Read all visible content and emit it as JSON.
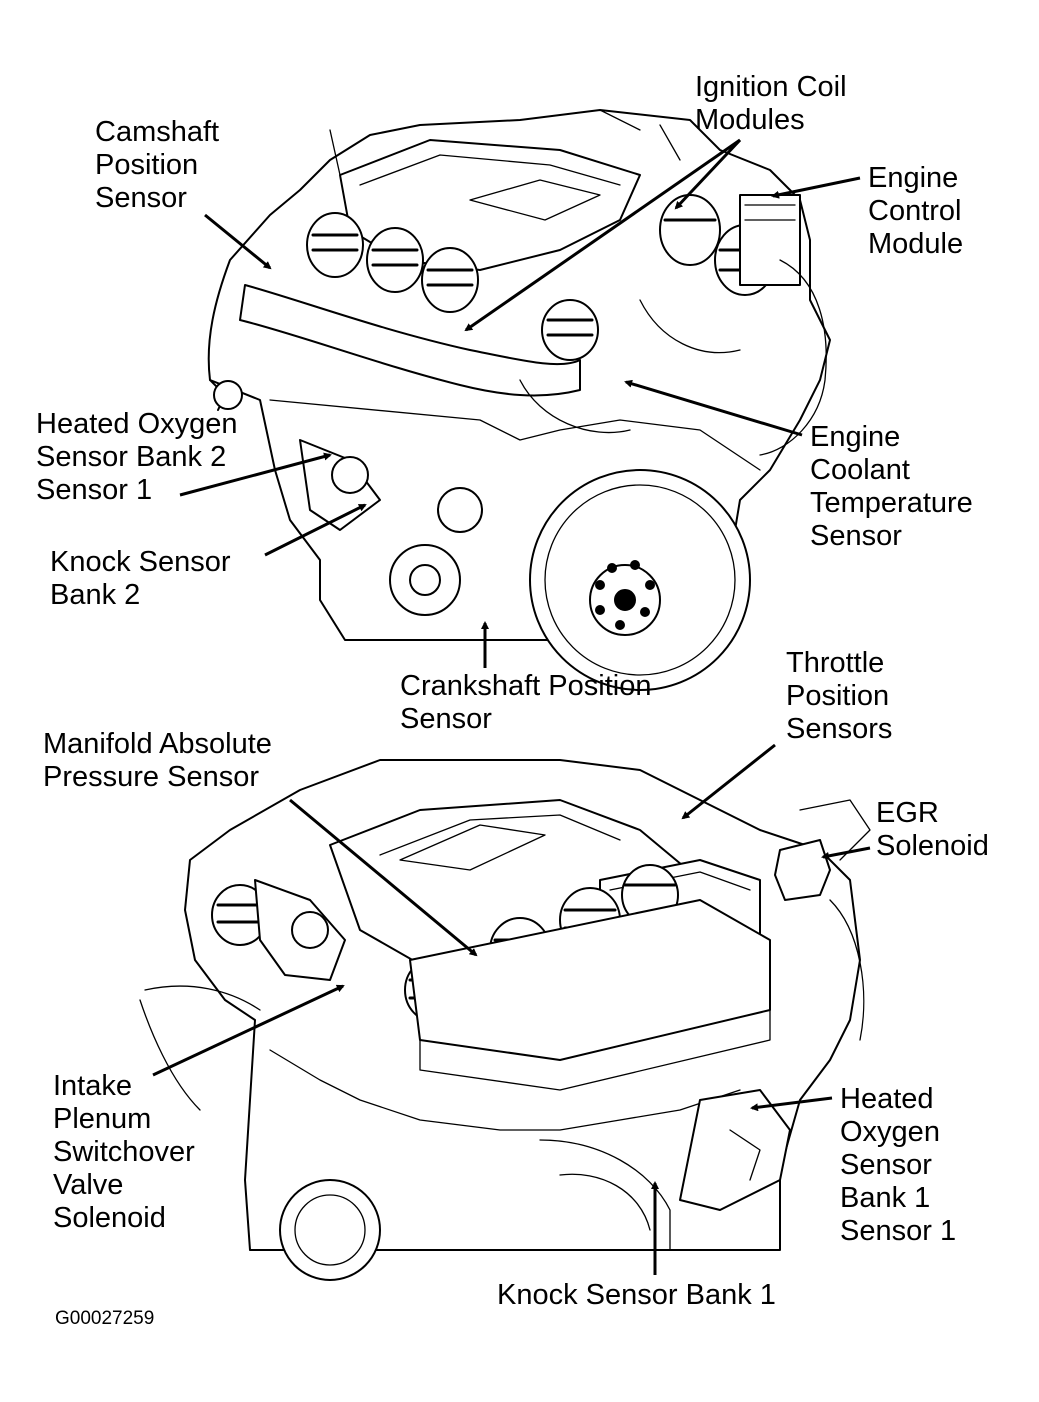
{
  "labels": {
    "camshaft": [
      "Camshaft",
      "Position",
      "Sensor"
    ],
    "ignition": [
      "Ignition Coil",
      "Modules"
    ],
    "ecm": [
      "Engine",
      "Control",
      "Module"
    ],
    "ho2s_b2": [
      "Heated Oxygen",
      "Sensor Bank 2",
      "Sensor 1"
    ],
    "ect": [
      "Engine",
      "Coolant",
      "Temperature",
      "Sensor"
    ],
    "knock_b2": [
      "Knock Sensor",
      "Bank 2"
    ],
    "crankshaft": [
      "Crankshaft Position",
      "Sensor"
    ],
    "tps": [
      "Throttle",
      "Position",
      "Sensors"
    ],
    "map": [
      "Manifold Absolute",
      "Pressure Sensor"
    ],
    "egr": [
      "EGR",
      "Solenoid"
    ],
    "intake": [
      "Intake",
      "Plenum",
      "Switchover",
      "Valve",
      "Solenoid"
    ],
    "ho2s_b1": [
      "Heated",
      "Oxygen",
      "Sensor",
      "Bank 1",
      "Sensor 1"
    ],
    "knock_b1": [
      "Knock Sensor Bank 1"
    ]
  },
  "figure_id": "G00027259"
}
